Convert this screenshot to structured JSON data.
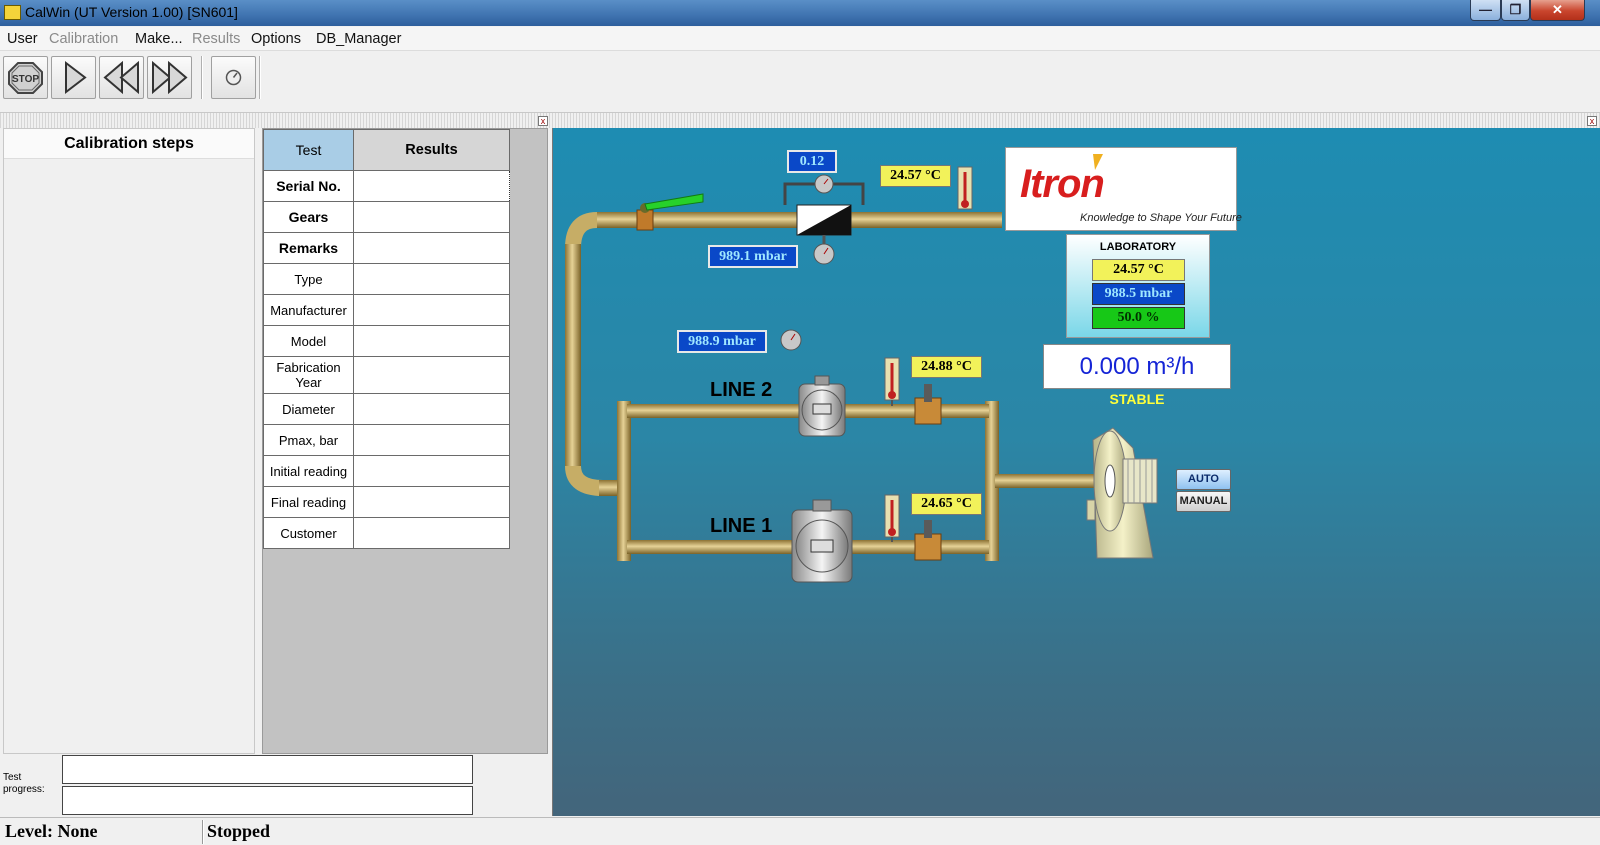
{
  "window": {
    "title": "CalWin (UT Version 1.00) [SN601]",
    "controls": {
      "minimize": "—",
      "maximize": "❐",
      "close": "✕"
    }
  },
  "menu": [
    "User",
    "Calibration",
    "Make...",
    "Results",
    "Options",
    "DB_Manager"
  ],
  "toolbar": {
    "stop_label": "STOP",
    "icons": [
      "stop-icon",
      "play-icon",
      "rewind-icon",
      "fast-forward-icon",
      "gauge-icon"
    ]
  },
  "steps_panel": {
    "title": "Calibration steps"
  },
  "test_table": {
    "headers": {
      "test": "Test",
      "results": "Results"
    },
    "rows": [
      {
        "label": "Serial No.",
        "value": "",
        "bold": true
      },
      {
        "label": "Gears",
        "value": "",
        "bold": true
      },
      {
        "label": "Remarks",
        "value": "",
        "bold": true
      },
      {
        "label": "Type",
        "value": "",
        "bold": false
      },
      {
        "label": "Manufacturer",
        "value": "",
        "bold": false
      },
      {
        "label": "Model",
        "value": "",
        "bold": false
      },
      {
        "label": "Fabrication Year",
        "value": "",
        "bold": false
      },
      {
        "label": "Diameter",
        "value": "",
        "bold": false
      },
      {
        "label": "Pmax, bar",
        "value": "",
        "bold": false
      },
      {
        "label": "Initial reading",
        "value": "",
        "bold": false
      },
      {
        "label": "Final reading",
        "value": "",
        "bold": false
      },
      {
        "label": "Customer",
        "value": "",
        "bold": false
      }
    ]
  },
  "progress": {
    "label": "Test progress:"
  },
  "status": {
    "level": "Level: None",
    "state": "Stopped"
  },
  "diagram": {
    "diff_pressure": "0.12",
    "inlet_temp": "24.57 °C",
    "inlet_pressure": "989.1 mbar",
    "line_pressure": "988.9 mbar",
    "line2": {
      "label": "LINE 2",
      "temp": "24.88 °C"
    },
    "line1": {
      "label": "LINE 1",
      "temp": "24.65 °C"
    },
    "logo": {
      "brand": "Itron",
      "tagline": "Knowledge to Shape Your Future"
    },
    "laboratory": {
      "title": "LABORATORY",
      "temp": "24.57 °C",
      "pressure": "988.5 mbar",
      "humidity": "50.0 %"
    },
    "flow": {
      "value": "0.000 m³/h",
      "status": "STABLE"
    },
    "mode_buttons": {
      "auto": "AUTO",
      "manual": "MANUAL"
    }
  },
  "colors": {
    "canvas_top": "#1e8cb2",
    "canvas_bottom": "#43657b",
    "pipe": "#b59a52",
    "readout_blue": "#0a48c8",
    "readout_yellow": "#f2f25a",
    "readout_green": "#17c817",
    "brand_red": "#d81e1e"
  }
}
